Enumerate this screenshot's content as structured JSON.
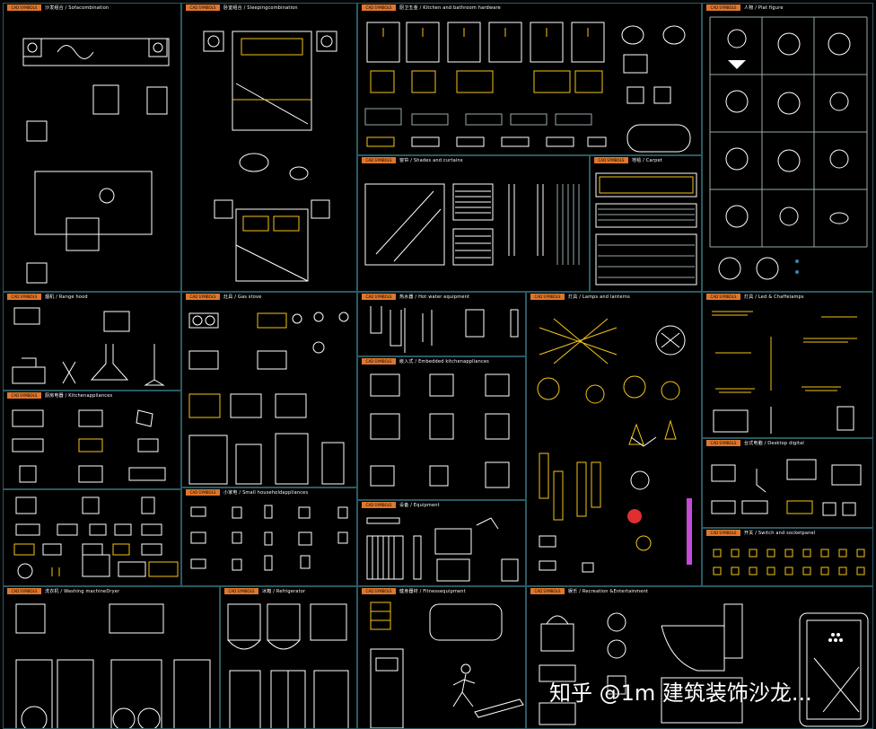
{
  "panels": [
    {
      "id": "sofa",
      "tag": "CAD SYMBOLS",
      "title": "沙发组合 / Sofacombination"
    },
    {
      "id": "sleeping",
      "tag": "CAD SYMBOLS",
      "title": "卧室组合 / Sleepingcombination"
    },
    {
      "id": "kitchen",
      "tag": "CAD SYMBOLS",
      "title": "厨卫五金 / Kitchen and bathroom hardware"
    },
    {
      "id": "figure",
      "tag": "CAD SYMBOLS",
      "title": "人物 / Plat figure"
    },
    {
      "id": "range_hood",
      "tag": "CAD SYMBOLS",
      "title": "烟机 / Range hood"
    },
    {
      "id": "gas_stove",
      "tag": "CAD SYMBOLS",
      "title": "灶具 / Gas stove"
    },
    {
      "id": "hot_water",
      "tag": "CAD SYMBOLS",
      "title": "热水器 / Hot water equipment"
    },
    {
      "id": "lamp",
      "tag": "CAD SYMBOLS",
      "title": "灯具 / Lamps and lanterns"
    },
    {
      "id": "led",
      "tag": "CAD SYMBOLS",
      "title": "灯具 / Led & Chaffelamps"
    },
    {
      "id": "curtain",
      "tag": "CAD SYMBOLS",
      "title": "窗帘 / Shades and curtains"
    },
    {
      "id": "carpet",
      "tag": "CAD SYMBOLS",
      "title": "地毯 / Carpet"
    },
    {
      "id": "kitchen_app",
      "tag": "CAD SYMBOLS",
      "title": "厨房电器 / Kitchenappliances"
    },
    {
      "id": "embedded",
      "tag": "CAD SYMBOLS",
      "title": "嵌入式 / Embedded kitchenappliances"
    },
    {
      "id": "desktop",
      "tag": "CAD SYMBOLS",
      "title": "台式电脑 / Desktop digital"
    },
    {
      "id": "small_house",
      "tag": "CAD SYMBOLS",
      "title": "小家电 / Small householdappliances"
    },
    {
      "id": "equipment",
      "tag": "CAD SYMBOLS",
      "title": "设备 / Equipment"
    },
    {
      "id": "switch",
      "tag": "CAD SYMBOLS",
      "title": "开关 / Switch and socketpanel"
    },
    {
      "id": "washing",
      "tag": "CAD SYMBOLS",
      "title": "洗衣机 / Washing machineDryer"
    },
    {
      "id": "refrigerator",
      "tag": "CAD SYMBOLS",
      "title": "冰箱 / Refrigerator"
    },
    {
      "id": "fitness",
      "tag": "CAD SYMBOLS",
      "title": "健身器材 / Fitnessequipment"
    },
    {
      "id": "recreation",
      "tag": "CAD SYMBOLS",
      "title": "娱乐 / Recreation &Entertainment"
    }
  ],
  "watermark": "知乎 @1m 建筑装饰沙龙..."
}
